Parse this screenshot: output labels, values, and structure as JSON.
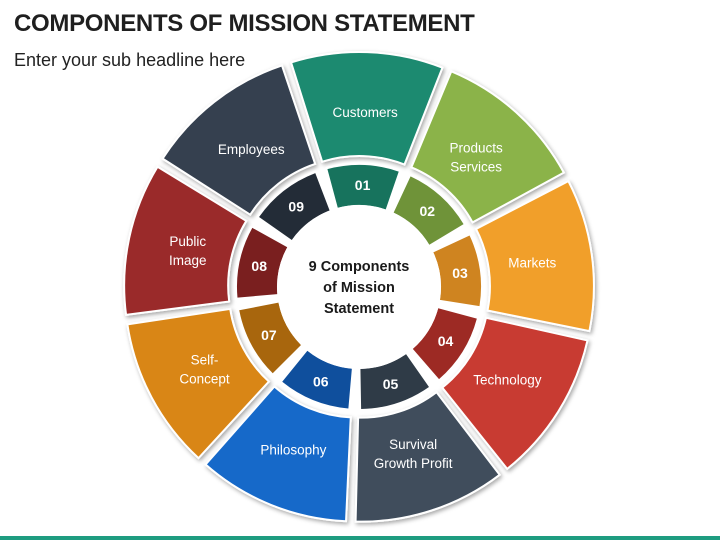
{
  "header": {
    "title": "COMPONENTS OF MISSION STATEMENT",
    "subtitle": "Enter your sub headline here"
  },
  "center": {
    "lines": [
      "9 Components",
      "of Mission",
      "Statement"
    ]
  },
  "segments": [
    {
      "number": "01",
      "lines": [
        "Customers"
      ],
      "color": "#1e8a70",
      "dark": "#17735d"
    },
    {
      "number": "02",
      "lines": [
        "Products",
        "Services"
      ],
      "color": "#8bb34a",
      "dark": "#6f9339"
    },
    {
      "number": "03",
      "lines": [
        "Markets"
      ],
      "color": "#f19f2c",
      "dark": "#cf8420"
    },
    {
      "number": "04",
      "lines": [
        "Technology"
      ],
      "color": "#c83a31",
      "dark": "#9d2a24"
    },
    {
      "number": "05",
      "lines": [
        "Survival",
        "Growth Profit"
      ],
      "color": "#3f4d5c",
      "dark": "#2f3b47"
    },
    {
      "number": "06",
      "lines": [
        "Philosophy"
      ],
      "color": "#1769c9",
      "dark": "#0f4f9d"
    },
    {
      "number": "07",
      "lines": [
        "Self-",
        "Concept"
      ],
      "color": "#d98616",
      "dark": "#a8660d"
    },
    {
      "number": "08",
      "lines": [
        "Public",
        "Image"
      ],
      "color": "#9a2b2b",
      "dark": "#7a1f1f"
    },
    {
      "number": "09",
      "lines": [
        "Employees"
      ],
      "color": "#34404f",
      "dark": "#232c37"
    }
  ],
  "colors": {
    "bottom_bar": "#1e9c80"
  }
}
